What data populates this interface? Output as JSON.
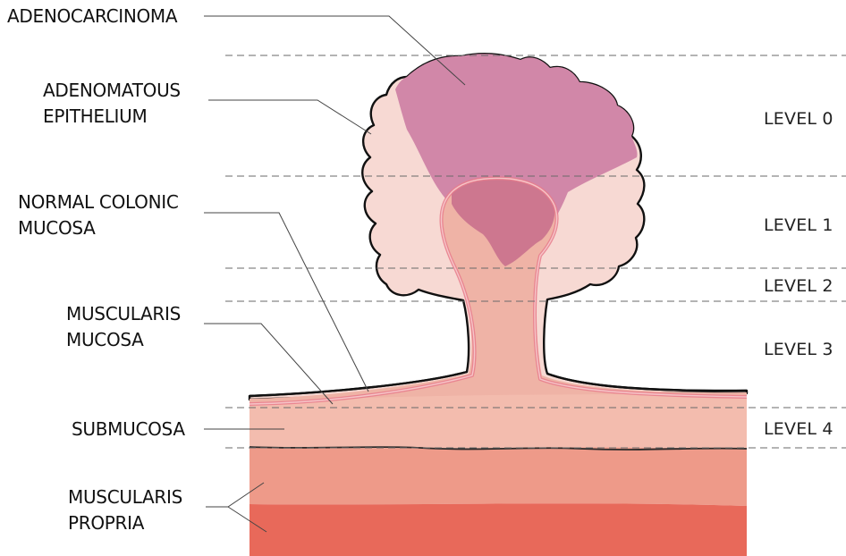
{
  "labels": {
    "adenocarcinoma": "ADENOCARCINOMA",
    "adenomatous_line1": "ADENOMATOUS",
    "adenomatous_line2": "EPITHELIUM",
    "normal_line1": "NORMAL COLONIC",
    "normal_line2": "MUCOSA",
    "musc_mucosa_line1": "MUSCULARIS",
    "musc_mucosa_line2": "MUCOSA",
    "submucosa": "SUBMUCOSA",
    "musc_propria_line1": "MUSCULARIS",
    "musc_propria_line2": "PROPRIA"
  },
  "levels": {
    "level0": "LEVEL 0",
    "level1": "LEVEL 1",
    "level2": "LEVEL 2",
    "level3": "LEVEL 3",
    "level4": "LEVEL 4"
  },
  "colors": {
    "adenocarcinoma": "#d187a8",
    "adenomatous_epithelium": "#f7d9d3",
    "normal_mucosa": "#efb3a6",
    "submucosa": "#f3bcae",
    "muscularis_propria_inner": "#ee9a89",
    "muscularis_propria_outer": "#e8695a",
    "muscularis_mucosa_line": "#e77d8c",
    "outline": "#111111"
  }
}
